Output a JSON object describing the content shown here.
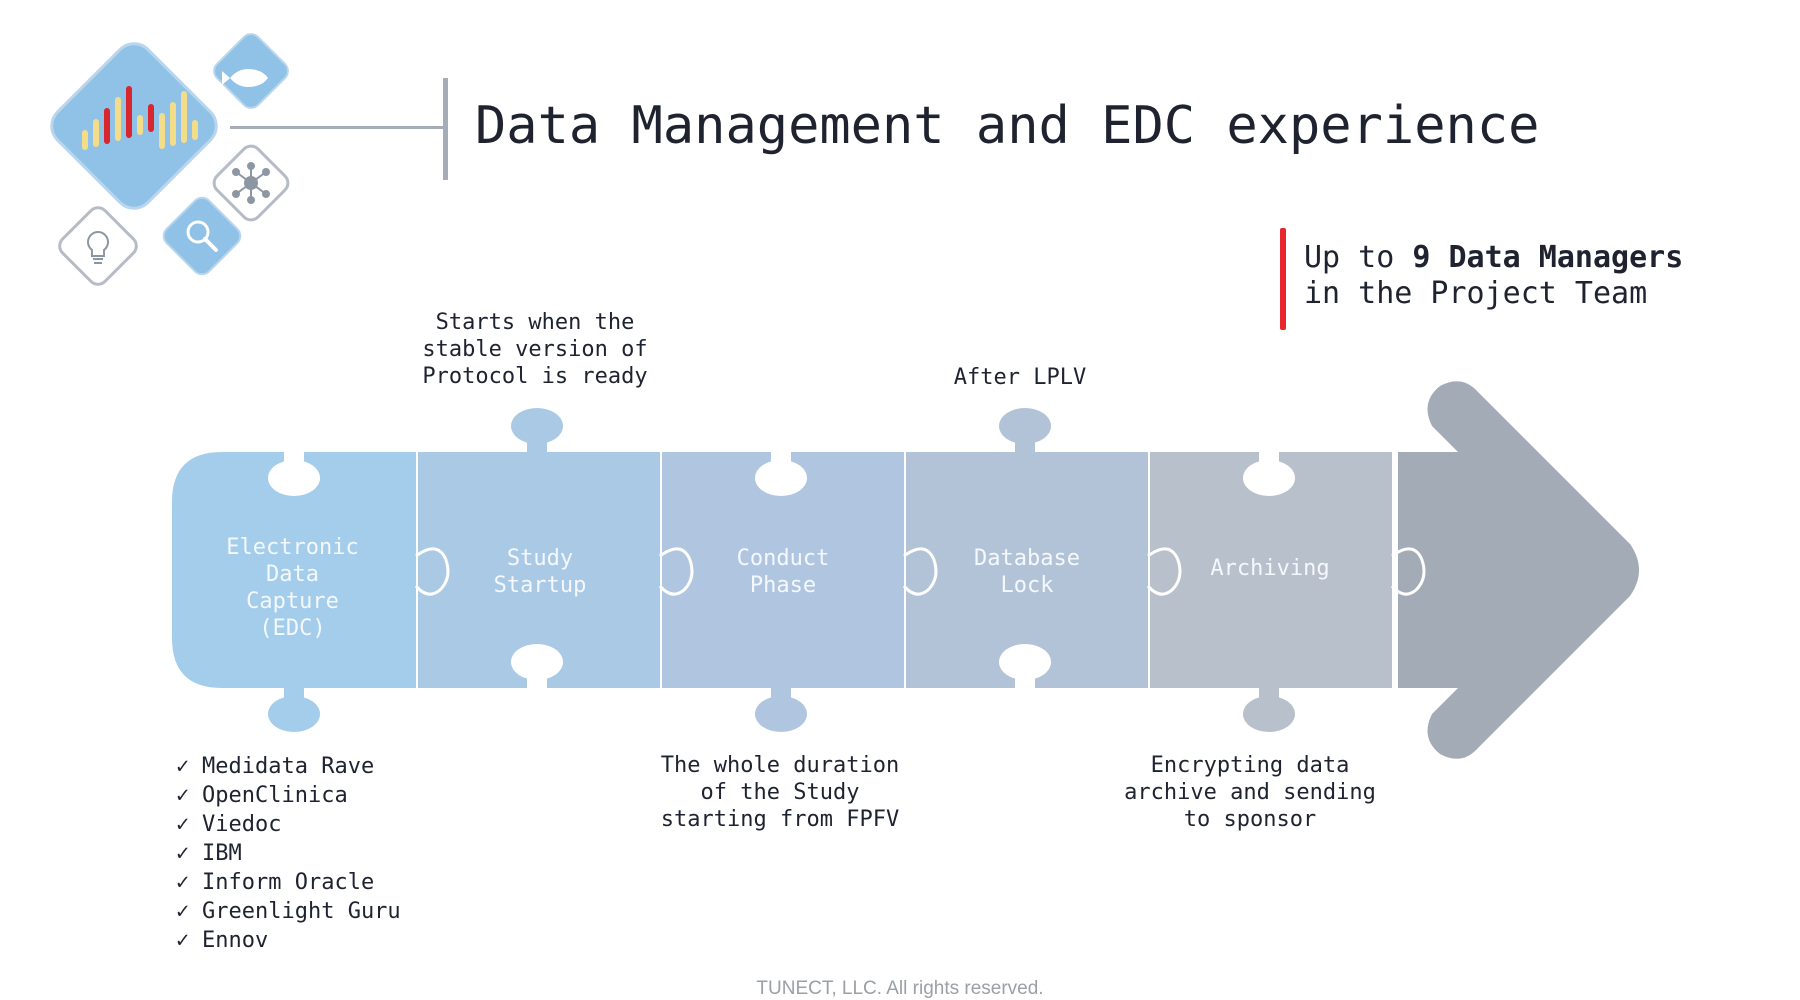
{
  "title": "Data Management and EDC experience",
  "team_note": {
    "line1_prefix": "Up to ",
    "line1_bold": "9 Data Managers",
    "line2": "in the Project Team"
  },
  "phases": [
    {
      "id": "edc",
      "label": "Electronic\nData\nCapture\n(EDC)",
      "color": "#a3cdea"
    },
    {
      "id": "startup",
      "label": "Study\nStartup",
      "color": "#aac9e5"
    },
    {
      "id": "conduct",
      "label": "Conduct\nPhase",
      "color": "#b0c6e0"
    },
    {
      "id": "lock",
      "label": "Database\nLock",
      "color": "#b3c3d7"
    },
    {
      "id": "archive",
      "label": "Archiving",
      "color": "#b8c0cb"
    }
  ],
  "arrow_color": "#a3abb6",
  "notes": {
    "startup": "Starts when the\nstable version of\nProtocol is ready",
    "lock": "After LPLV",
    "conduct": "The whole duration\nof the Study\nstarting from FPFV",
    "archive": "Encrypting data\narchive and sending\nto sponsor"
  },
  "edc_systems": [
    "Medidata Rave",
    "OpenClinica",
    "Viedoc",
    "IBM",
    "Inform Oracle",
    "Greenlight Guru",
    "Ennov"
  ],
  "check_symbol": "✓",
  "footer": "TUNECT, LLC. All rights reserved.",
  "logo_icons": [
    "fish-icon",
    "network-icon",
    "lightbulb-icon",
    "magnifier-icon"
  ],
  "colors": {
    "accent_red": "#e8262e",
    "logo_blue": "#8fc2e6",
    "logo_yellow": "#f3dd8a"
  }
}
